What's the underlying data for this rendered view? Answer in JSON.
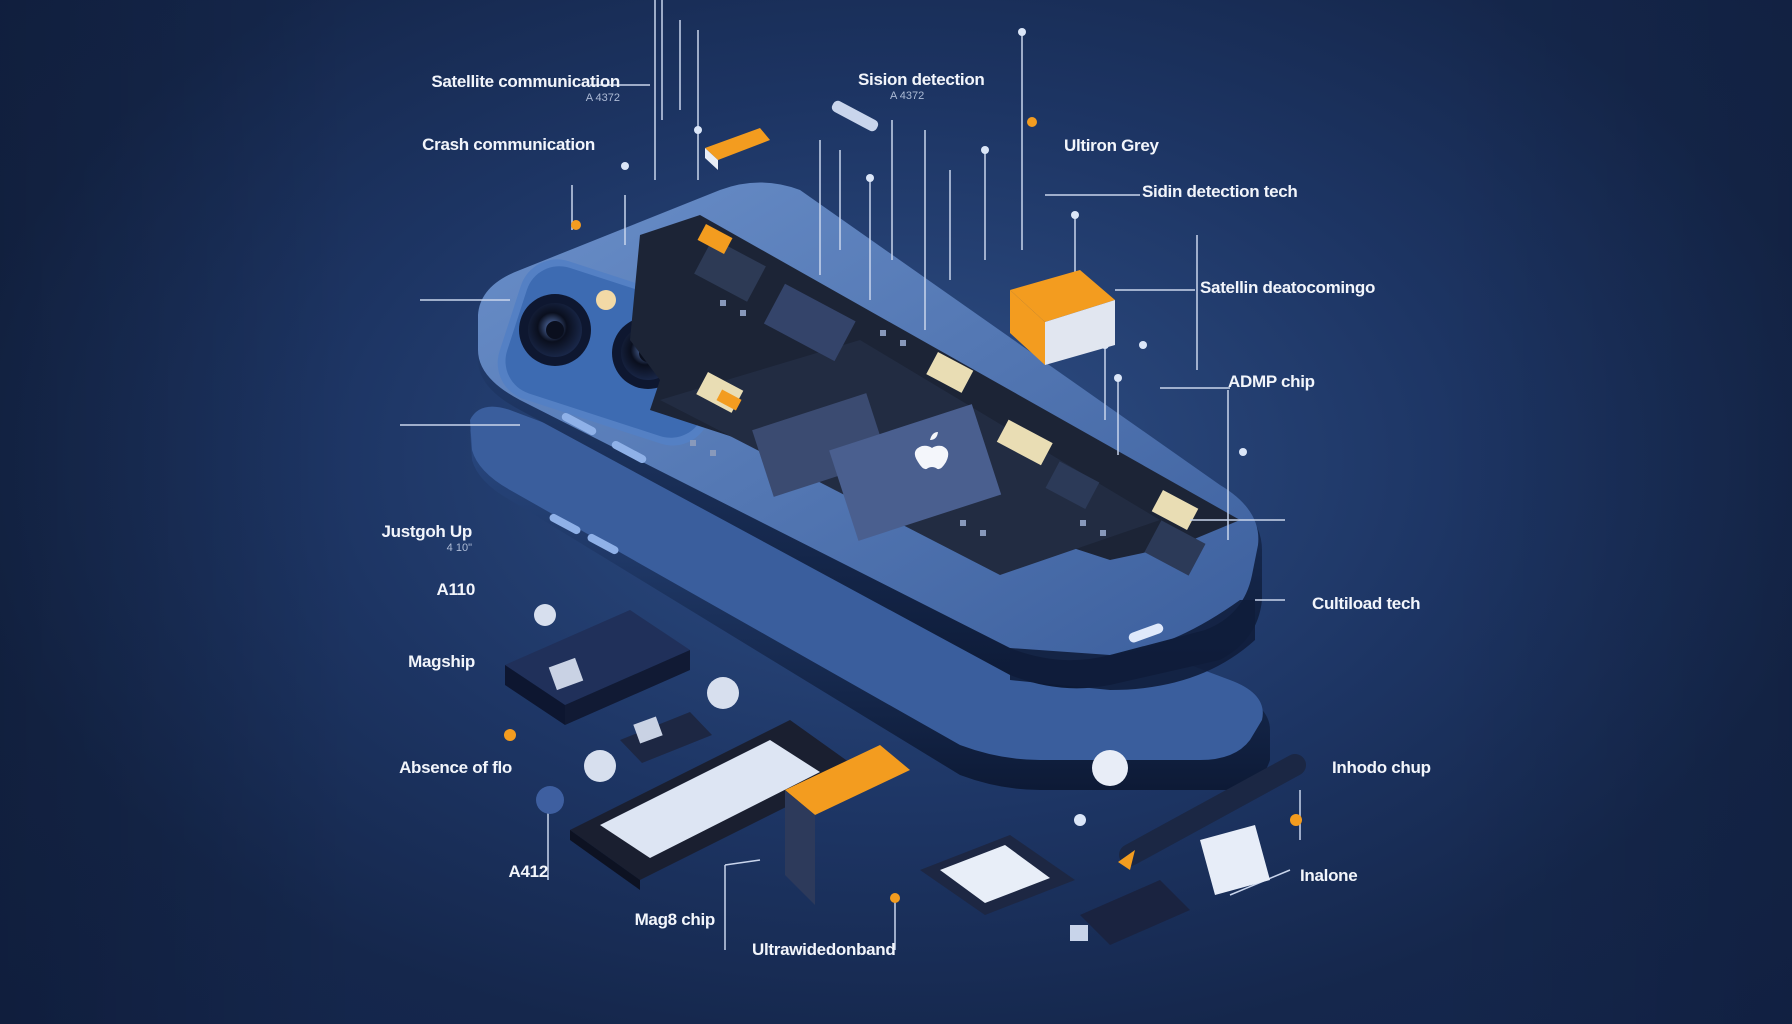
{
  "colors": {
    "background": "#1d3564",
    "phone": "#4f79ba",
    "board": "#1c2436",
    "accent": "#f39c1f"
  },
  "icons": {
    "logo": "apple-logo-icon"
  },
  "labels": {
    "satellite": {
      "title": "Satellite communication",
      "sub": "A 4372"
    },
    "crash": {
      "title": "Crash communication",
      "sub1": "",
      "sub2": ""
    },
    "sision": {
      "title": "Sision detection",
      "sub": "A 4372"
    },
    "ultra_grey": {
      "title": "Ultiron Grey"
    },
    "sidin": {
      "title": "Sidin detection tech",
      "sub": ""
    },
    "satellin": {
      "title": "Satellin deatocomingo",
      "sub1": "",
      "sub2": ""
    },
    "admp": {
      "title": "ADMP chip",
      "sub1": "",
      "sub2": ""
    },
    "justgo": {
      "title": "Justgoh Up",
      "sub": "4 10\""
    },
    "a110": {
      "title": "A110",
      "sub": ""
    },
    "cultiload": {
      "title": "Cultiload tech",
      "sub1": "",
      "sub2": "",
      "sub3": ""
    },
    "magsafe": {
      "title": "Magship",
      "sub": ""
    },
    "absence": {
      "title": "Absence of flo",
      "sub1": "",
      "sub2": ""
    },
    "inhodo": {
      "title": "Inhodo chup",
      "sub1": "",
      "sub2": ""
    },
    "a412": {
      "title": "A412",
      "sub": ""
    },
    "mag8": {
      "title": "Mag8 chip",
      "sub1": "",
      "sub2": "",
      "sub3": ""
    },
    "ultrawideband": {
      "title": "Ultrawidedonband",
      "sub": ""
    },
    "inalone": {
      "title": "Inalone",
      "sub": ""
    }
  }
}
